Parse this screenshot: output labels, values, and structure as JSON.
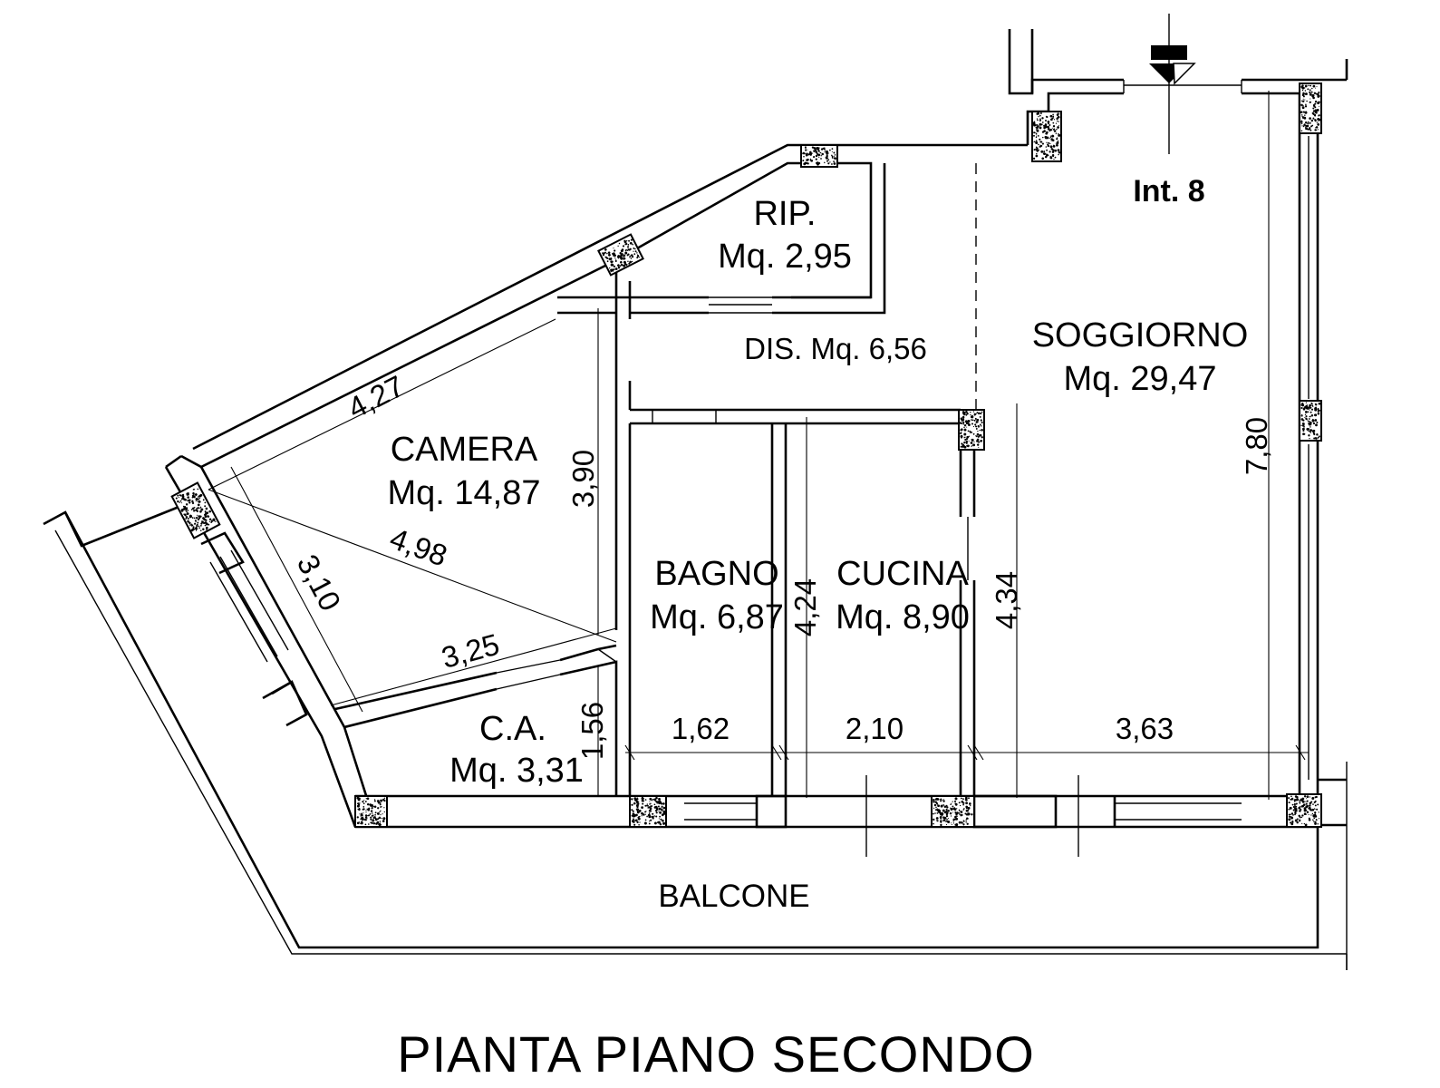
{
  "title": "PIANTA PIANO SECONDO",
  "unit": "Int. 8",
  "rooms": [
    {
      "name": "RIP.",
      "area": "Mq. 2,95"
    },
    {
      "name": "DIS. Mq. 6,56"
    },
    {
      "name": "SOGGIORNO",
      "area": "Mq. 29,47"
    },
    {
      "name": "CAMERA",
      "area": "Mq. 14,87"
    },
    {
      "name": "BAGNO",
      "area": "Mq. 6,87"
    },
    {
      "name": "CUCINA",
      "area": "Mq. 8,90"
    },
    {
      "name": "C.A.",
      "area": "Mq. 3,31"
    },
    {
      "name": "BALCONE"
    }
  ],
  "dimensions": {
    "camera_diag_top": "4,27",
    "camera_height": "3,90",
    "camera_diag": "4,98",
    "camera_side": "3,10",
    "camera_bottom": "3,25",
    "ca_height": "1,56",
    "bagno_width": "1,62",
    "cucina_height": "4,24",
    "cucina_width": "2,10",
    "soggiorno_height_small": "4,34",
    "soggiorno_width": "3,63",
    "soggiorno_height": "7,80"
  }
}
